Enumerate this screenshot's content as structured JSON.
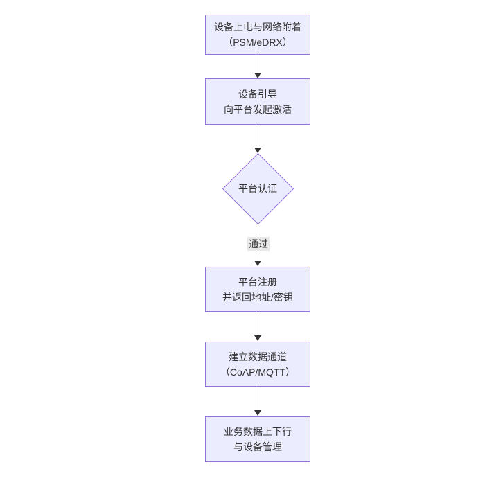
{
  "flow": {
    "type": "flowchart",
    "direction": "top-down",
    "colors": {
      "node_fill": "#ECECFF",
      "node_border": "#9370DB",
      "edge_color": "#333333",
      "edge_label_bg": "#e8e8e8",
      "text_color": "#333333",
      "background": "#ffffff"
    },
    "nodes": [
      {
        "id": "attach",
        "shape": "rect",
        "lines": [
          "设备上电与网络附着",
          "（PSM/eDRX）"
        ]
      },
      {
        "id": "bootstrap",
        "shape": "rect",
        "lines": [
          "设备引导",
          "向平台发起激活"
        ]
      },
      {
        "id": "auth",
        "shape": "diamond",
        "lines": [
          "平台认证"
        ]
      },
      {
        "id": "register",
        "shape": "rect",
        "lines": [
          "平台注册",
          "并返回地址/密钥"
        ]
      },
      {
        "id": "channel",
        "shape": "rect",
        "lines": [
          "建立数据通道",
          "（CoAP/MQTT）"
        ]
      },
      {
        "id": "business",
        "shape": "rect",
        "lines": [
          "业务数据上下行",
          "与设备管理"
        ]
      }
    ],
    "edges": [
      {
        "from": "attach",
        "to": "bootstrap",
        "label": ""
      },
      {
        "from": "bootstrap",
        "to": "auth",
        "label": ""
      },
      {
        "from": "auth",
        "to": "register",
        "label": "通过"
      },
      {
        "from": "register",
        "to": "channel",
        "label": ""
      },
      {
        "from": "channel",
        "to": "business",
        "label": ""
      }
    ]
  }
}
